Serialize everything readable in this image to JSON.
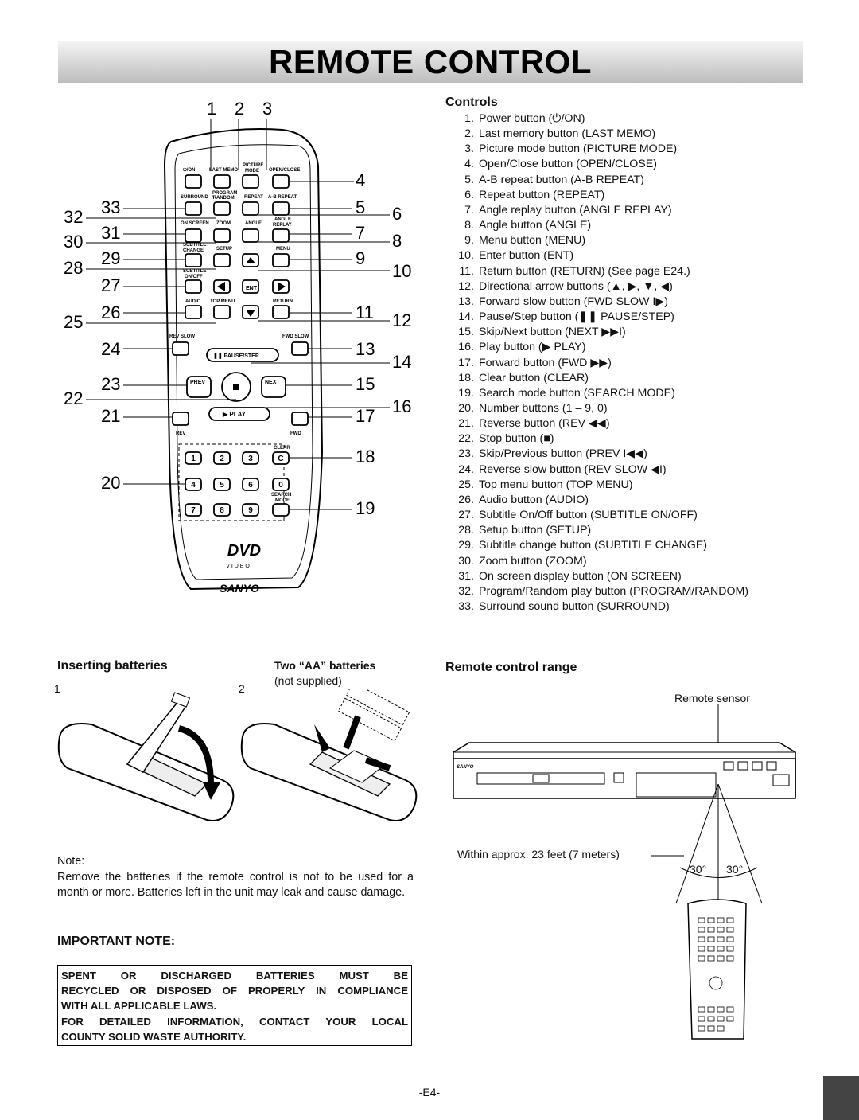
{
  "page": {
    "title": "REMOTE CONTROL",
    "page_number": "-E4-"
  },
  "controls": {
    "title": "Controls",
    "items": [
      {
        "n": "1.",
        "t": "Power button (⏻/ON)"
      },
      {
        "n": "2.",
        "t": "Last memory button (LAST MEMO)"
      },
      {
        "n": "3.",
        "t": "Picture mode button (PICTURE MODE)"
      },
      {
        "n": "4.",
        "t": "Open/Close button (OPEN/CLOSE)"
      },
      {
        "n": "5.",
        "t": "A-B repeat button (A-B REPEAT)"
      },
      {
        "n": "6.",
        "t": "Repeat button (REPEAT)"
      },
      {
        "n": "7.",
        "t": "Angle replay button (ANGLE REPLAY)"
      },
      {
        "n": "8.",
        "t": "Angle button (ANGLE)"
      },
      {
        "n": "9.",
        "t": "Menu button (MENU)"
      },
      {
        "n": "10.",
        "t": "Enter button (ENT)"
      },
      {
        "n": "11.",
        "t": "Return button (RETURN) (See page E24.)"
      },
      {
        "n": "12.",
        "t": "Directional arrow buttons (▲, ▶, ▼, ◀)"
      },
      {
        "n": "13.",
        "t": "Forward slow button (FWD SLOW I▶)"
      },
      {
        "n": "14.",
        "t": "Pause/Step button (❚❚ PAUSE/STEP)"
      },
      {
        "n": "15.",
        "t": "Skip/Next button (NEXT ▶▶I)"
      },
      {
        "n": "16.",
        "t": "Play button (▶ PLAY)"
      },
      {
        "n": "17.",
        "t": "Forward button (FWD ▶▶)"
      },
      {
        "n": "18.",
        "t": "Clear button (CLEAR)"
      },
      {
        "n": "19.",
        "t": "Search mode button (SEARCH MODE)"
      },
      {
        "n": "20.",
        "t": "Number buttons (1 – 9, 0)"
      },
      {
        "n": "21.",
        "t": "Reverse button (REV ◀◀)"
      },
      {
        "n": "22.",
        "t": "Stop button (■)"
      },
      {
        "n": "23.",
        "t": "Skip/Previous button (PREV I◀◀)"
      },
      {
        "n": "24.",
        "t": "Reverse slow button (REV SLOW ◀I)"
      },
      {
        "n": "25.",
        "t": "Top menu button (TOP MENU)"
      },
      {
        "n": "26.",
        "t": "Audio button (AUDIO)"
      },
      {
        "n": "27.",
        "t": "Subtitle On/Off button (SUBTITLE ON/OFF)"
      },
      {
        "n": "28.",
        "t": "Setup button (SETUP)"
      },
      {
        "n": "29.",
        "t": "Subtitle change button (SUBTITLE CHANGE)"
      },
      {
        "n": "30.",
        "t": "Zoom button (ZOOM)"
      },
      {
        "n": "31.",
        "t": "On screen display button (ON SCREEN)"
      },
      {
        "n": "32.",
        "t": "Program/Random play button (PROGRAM/RANDOM)"
      },
      {
        "n": "33.",
        "t": "Surround sound button (SURROUND)"
      }
    ]
  },
  "remote": {
    "callouts": {
      "c1": "1",
      "c2": "2",
      "c3": "3",
      "c4": "4",
      "c5": "5",
      "c6": "6",
      "c7": "7",
      "c8": "8",
      "c9": "9",
      "c10": "10",
      "c11": "11",
      "c12": "12",
      "c13": "13",
      "c14": "14",
      "c15": "15",
      "c16": "16",
      "c17": "17",
      "c18": "18",
      "c19": "19",
      "c20": "20",
      "c21": "21",
      "c22": "22",
      "c23": "23",
      "c24": "24",
      "c25": "25",
      "c26": "26",
      "c27": "27",
      "c28": "28",
      "c29": "29",
      "c30": "30",
      "c31": "31",
      "c32": "32",
      "c33": "33"
    },
    "button_labels": {
      "on": "⏻/ON",
      "last_memo": "LAST MEMO",
      "picture": "PICTURE",
      "mode": "MODE",
      "open_close": "OPEN/CLOSE",
      "surround": "SURROUND",
      "program": "PROGRAM",
      "random": "/RANDOM",
      "repeat": "REPEAT",
      "ab_repeat": "A-B REPEAT",
      "on_screen": "ON SCREEN",
      "zoom": "ZOOM",
      "angle": "ANGLE",
      "angle2": "ANGLE",
      "replay": "REPLAY",
      "subtitle": "SUBTITLE",
      "change": "CHANGE",
      "setup": "SETUP",
      "menu": "MENU",
      "subtitle2": "SUBTITLE",
      "on_off": "ON/OFF",
      "ent": "ENT",
      "audio": "AUDIO",
      "top_menu": "TOP MENU",
      "return": "RETURN",
      "rev_slow": "REV SLOW",
      "fwd_slow": "FWD SLOW",
      "pause_step": "❚❚ PAUSE/STEP",
      "prev": "PREV",
      "next": "NEXT",
      "play": "▶ PLAY",
      "rev": "REV",
      "fwd": "FWD",
      "clear": "CLEAR",
      "search": "SEARCH",
      "search_mode": "MODE",
      "k1": "1",
      "k2": "2",
      "k3": "3",
      "kc": "C",
      "k4": "4",
      "k5": "5",
      "k6": "6",
      "k0": "0",
      "k7": "7",
      "k8": "8",
      "k9": "9",
      "dvd": "DVD",
      "video": "V I D E O",
      "brand": "SANYO"
    }
  },
  "batteries": {
    "title": "Inserting batteries",
    "step1": "1",
    "step2": "2",
    "two_aa_prefix": "Two “",
    "two_aa_bold": "AA",
    "two_aa_suffix": "” batteries",
    "not_supplied": "(not supplied)"
  },
  "range": {
    "title": "Remote control range",
    "sensor": "Remote sensor",
    "distance": "Within approx. 23 feet (7 meters)",
    "angle_left": "30°",
    "angle_right": "30°"
  },
  "note": {
    "label": "Note:",
    "text": "Remove the batteries if the remote control is not to be used for a month or more. Batteries left in the unit may leak and cause damage."
  },
  "important": {
    "title": "IMPORTANT NOTE:",
    "line1": "SPENT OR DISCHARGED BATTERIES MUST BE",
    "line2": "RECYCLED OR DISPOSED OF PROPERLY IN COMPLIANCE",
    "line3": "WITH ALL APPLICABLE LAWS.",
    "line4": "FOR DETAILED INFORMATION, CONTACT YOUR LOCAL",
    "line5": "COUNTY SOLID WASTE AUTHORITY."
  }
}
